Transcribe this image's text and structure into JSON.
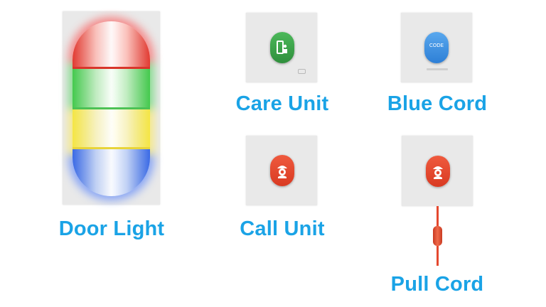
{
  "labels": {
    "door_light": "Door Light",
    "care_unit": "Care Unit",
    "blue_cord": "Blue Cord",
    "call_unit": "Call Unit",
    "pull_cord": "Pull Cord"
  },
  "blue_cord_button_text": "CODE",
  "colors": {
    "label_blue": "#1aa3e6",
    "panel": "#e9e9e9",
    "red": "#e2442f",
    "green": "#3bb54a",
    "yellow": "#f2e23a",
    "blue": "#3b6fe0",
    "care_button": "#3a9a48",
    "code_button": "#3d8fe0",
    "call_button": "#e5492f",
    "cord": "#e5492f"
  },
  "icons": {
    "care_unit": "door-person-icon",
    "call_unit": "nurse-icon",
    "pull_cord": "nurse-icon"
  }
}
